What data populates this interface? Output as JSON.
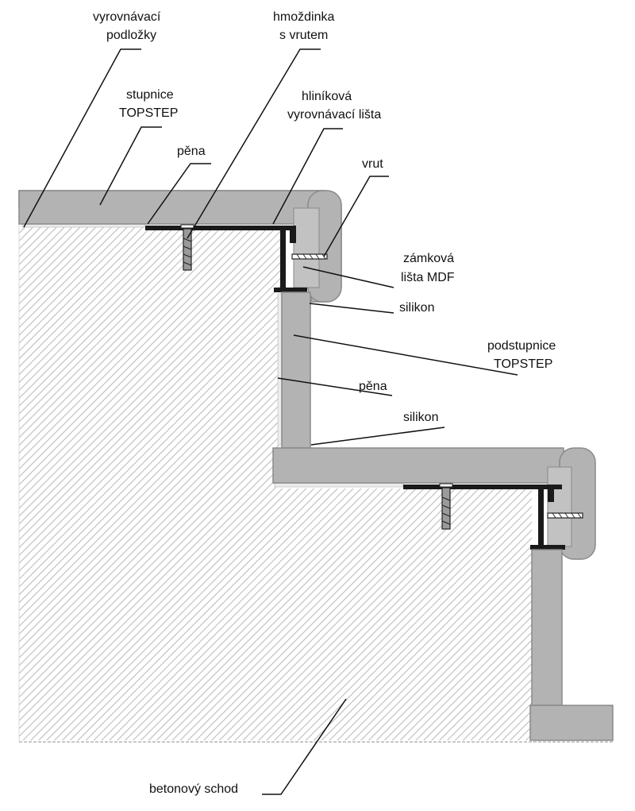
{
  "labels": {
    "leveling_pads_1": "vyrovnávací",
    "leveling_pads_2": "podložky",
    "anchor_1": "hmoždinka",
    "anchor_2": "s vrutem",
    "tread_1": "stupnice",
    "tread_2": "TOPSTEP",
    "foam_top": "pěna",
    "aluminium_1": "hliníková",
    "aluminium_2": "vyrovnávací lišta",
    "screw": "vrut",
    "lock_1": "zámková",
    "lock_2": "lišta MDF",
    "silicone_top": "silikon",
    "riser_1": "podstupnice",
    "riser_2": "TOPSTEP",
    "foam_riser": "pěna",
    "silicone_bottom": "silikon",
    "concrete": "betonový schod"
  },
  "colors": {
    "board": "#b3b3b3",
    "board_edge": "#8a8a8a",
    "concrete_hatch": "#bdbdbd",
    "profile": "#1a1a1a",
    "foam": "#ececec",
    "leader": "#111111"
  }
}
